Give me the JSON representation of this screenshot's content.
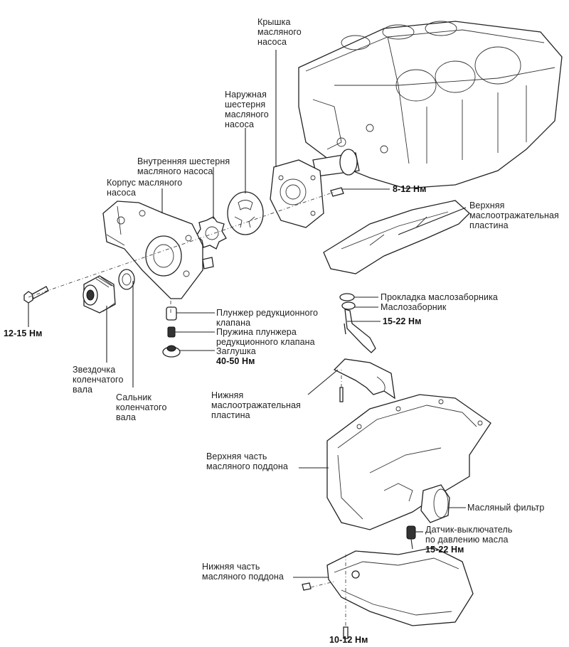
{
  "title": "Oil pump and oil pan exploded view",
  "labels": {
    "pump_cover": [
      "Крышка",
      "масляного",
      "насоса"
    ],
    "outer_gear": [
      "Наружная",
      "шестерня",
      "масляного",
      "насоса"
    ],
    "inner_gear": [
      "Внутренняя шестерня",
      "масляного насоса"
    ],
    "pump_body": [
      "Корпус масляного",
      "насоса"
    ],
    "bolt_8_12": "8-12 Нм",
    "upper_baffle": [
      "Верхняя",
      "маслоотражательная",
      "пластина"
    ],
    "strainer_gasket": "Прокладка маслозаборника",
    "strainer": "Маслозаборник",
    "bolt_15_22_a": "15-22 Нм",
    "relief_plunger": [
      "Плунжер редукционного",
      "клапана"
    ],
    "plunger_spring": [
      "Пружина плунжера",
      "редукционного клапана"
    ],
    "plug": "Заглушка",
    "plug_torque": "40-50 Нм",
    "bolt_12_15": "12-15 Нм",
    "crank_sprocket": [
      "Звездочка",
      "коленчатого",
      "вала"
    ],
    "crank_seal": [
      "Сальник",
      "коленчатого",
      "вала"
    ],
    "lower_baffle": [
      "Нижняя",
      "маслоотражательная",
      "пластина"
    ],
    "upper_pan": [
      "Верхняя часть",
      "масляного поддона"
    ],
    "oil_filter": "Масляный фильтр",
    "pressure_switch": [
      "Датчик-выключатель",
      "по давлению масла"
    ],
    "pressure_switch_torque": "15-22 Нм",
    "lower_pan": [
      "Нижняя часть",
      "масляного поддона"
    ],
    "bolt_10_12": "10-12 Нм"
  }
}
